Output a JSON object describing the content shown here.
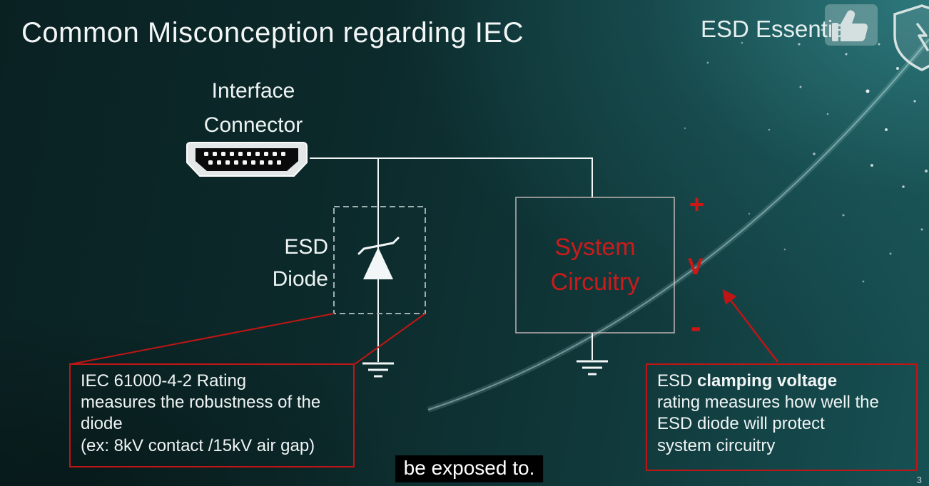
{
  "slide": {
    "title": "Common Misconception regarding IEC",
    "brand": "ESD Essentials",
    "page_number": "3",
    "caption": "be exposed to."
  },
  "diagram": {
    "connector_label": [
      "Interface",
      "Connector"
    ],
    "esd_diode_label": [
      "ESD",
      "Diode"
    ],
    "system_box_label": [
      "System",
      "Circuitry"
    ],
    "voltage_markers": {
      "plus": "+",
      "v": "V",
      "minus": "-"
    }
  },
  "callout_left": {
    "lines": [
      "IEC 61000-4-2 Rating",
      "measures the robustness of the",
      "diode",
      "(ex: 8kV contact /15kV air gap)"
    ]
  },
  "callout_right": {
    "line1_prefix": "ESD ",
    "line1_bold": "clamping voltage",
    "lines": [
      "rating measures how well the",
      "ESD diode will protect",
      "system circuitry"
    ]
  },
  "icons": {
    "thumbs_up": "thumbs-up-icon",
    "shield_logo": "shield-logo-icon",
    "hdmi_connector": "hdmi-connector-icon"
  },
  "colors": {
    "accent_red": "#c01515",
    "system_text_red": "#cb1b1b",
    "background_dark": "#0a2122",
    "background_teal": "#175154",
    "text_light": "#eef4f4",
    "caption_bg": "#000000",
    "wire_white": "#f2f6f6"
  }
}
